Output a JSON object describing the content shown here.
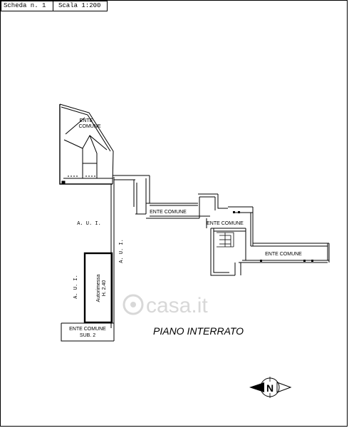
{
  "header": {
    "sheet": "Scheda n. 1",
    "scale": "Scala 1:200"
  },
  "labels": {
    "ente_comune_top": [
      "ENTE",
      "COMUNE"
    ],
    "ente_comune_mid1": "ENTE COMUNE",
    "ente_comune_mid2": "ENTE COMUNE",
    "ente_comune_right": "ENTE COMUNE",
    "aui_top": "A.  U.  I.",
    "aui_left": "A.  U.  I.",
    "aui_right": "A.  U.  I.",
    "autorimessa": "Autorimessa",
    "height": "H. 2.40",
    "ente_comune_sub": "ENTE COMUNE",
    "sub": "SUB. 2",
    "floor_title": "PIANO INTERRATO",
    "watermark": "casa.it",
    "north": "N"
  }
}
